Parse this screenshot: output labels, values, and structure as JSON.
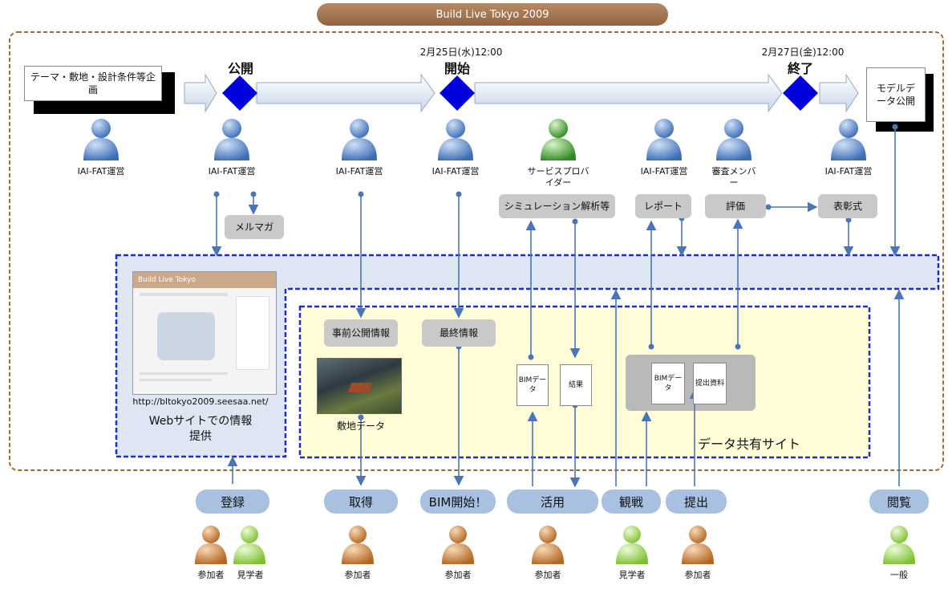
{
  "title": "Build Live Tokyo 2009",
  "planning": "テーマ・敷地・設計条件等企画",
  "model_publish": "モデルデータ公開",
  "milestones": {
    "publish": "公開",
    "start_date": "2月25日(水)12:00",
    "start": "開始",
    "end_date": "2月27日(金)12:00",
    "end": "終了"
  },
  "roles": {
    "iaifat": "IAI-FAT運営",
    "provider": "サービスプロバイダー",
    "judges": "審査メンバー",
    "participant": "参加者",
    "observer": "見学者",
    "public": "一般"
  },
  "gray_boxes": {
    "mailmag": "メルマガ",
    "simulation": "シミュレーション解析等",
    "report": "レポート",
    "evaluation": "評価",
    "award": "表彰式",
    "pre_info": "事前公開情報",
    "final_info": "最終情報"
  },
  "docs": {
    "bim_data": "BIMデータ",
    "result": "結果",
    "submission": "提出資料"
  },
  "website": {
    "url": "http://bltokyo2009.seesaa.net/",
    "caption": "Webサイトでの情報提供",
    "screenshot_title": "Build Live Tokyo"
  },
  "site_data": "敷地データ",
  "share_site": "データ共有サイト",
  "actions": {
    "register": "登録",
    "obtain": "取得",
    "bim_start": "BIM開始！",
    "use": "活用",
    "watch": "観戦",
    "submit": "提出",
    "browse": "閲覧"
  },
  "colors": {
    "person_blue": "#4f7fc0",
    "person_green": "#3f9f2f",
    "person_orange": "#c67a34",
    "person_lime": "#8ccf3c",
    "milestone": "#0000dd",
    "frame_brown": "#a06a3a",
    "frame_blue": "#1f2fbf"
  }
}
